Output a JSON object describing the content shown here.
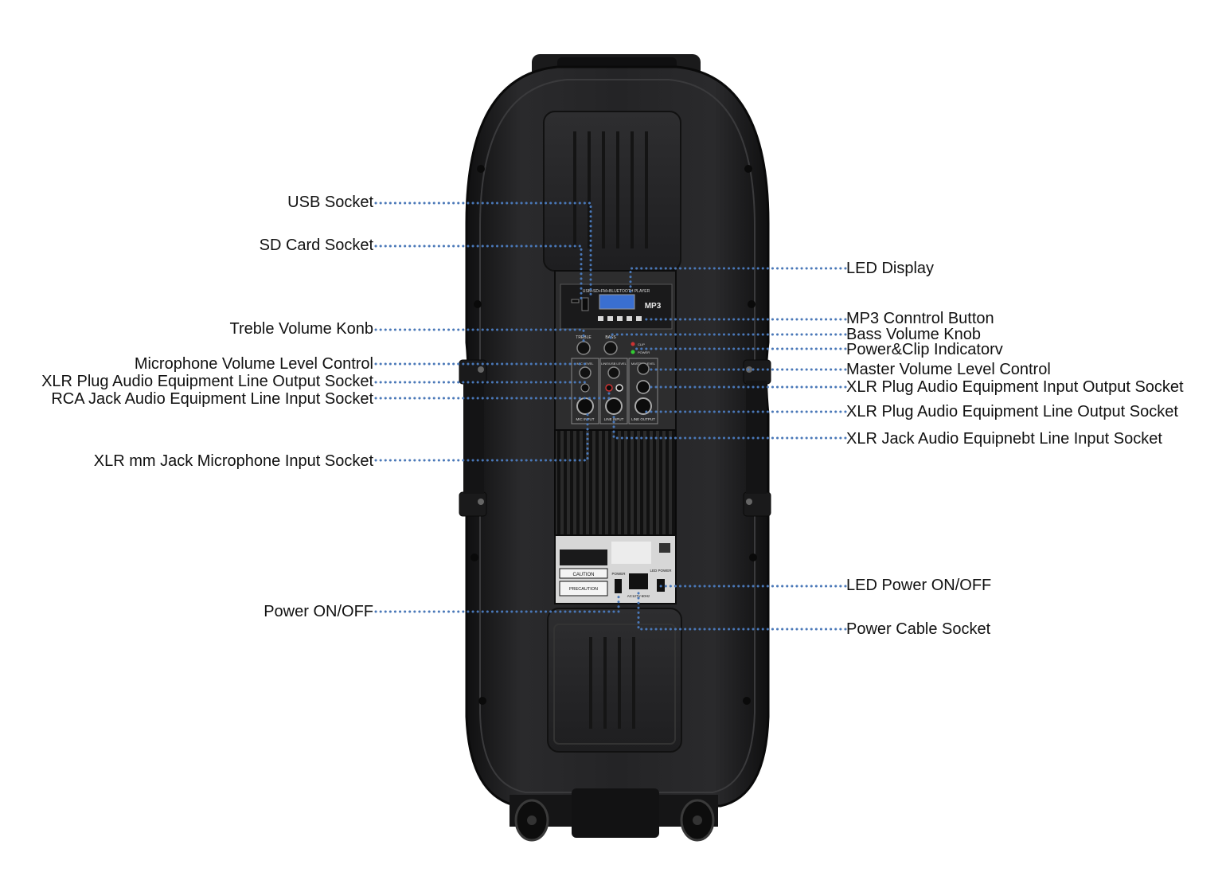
{
  "panel": {
    "top_text": "USB+SD+FM+BLUETOOTH PLAYER",
    "mp3_text": "MP3",
    "treble_text": "TREBLE",
    "bass_text": "BASS",
    "mic_level_text": "MIC LEVEL",
    "line_level_text": "LINE/USB LEVEL",
    "master_level_text": "MASTER LEVEL",
    "mic_input_text": "MIC INPUT",
    "line_input_text": "LINE INPUT",
    "line_output_text": "LINE OUTPUT",
    "clip_text": "CLIP",
    "power_small_text": "POWER",
    "caution_text": "CAUTION",
    "precaution_text": "PRECAUTION",
    "power_label_text": "POWER",
    "led_power_text": "LED POWER",
    "voltage_text": "AC127V-60Hz"
  },
  "labels_left": [
    "USB Socket",
    "SD Card Socket",
    "Treble Volume Konb",
    "Microphone Volume Level Control",
    "XLR Plug Audio Equipment Line Output Socket",
    "RCA Jack Audio Equipment Line Input Socket",
    "XLR mm Jack Microphone Input Socket",
    "Power ON/OFF"
  ],
  "labels_right": [
    "LED Display",
    "MP3 Conntrol Button",
    "Bass Volume Knob",
    "Power&Clip Indicatorv",
    "Master Volume Level Control",
    "XLR Plug Audio Equipment Input Output Socket",
    "XLR Plug Audio Equipment Line Output Socket",
    "XLR Jack Audio Equipnebt Line Input Socket",
    "LED Power ON/OFF",
    "Power Cable Socket"
  ],
  "colors": {
    "cabinet": "#1f1f20",
    "cabinet_edge": "#0b0b0c",
    "panel": "#2b2b2c",
    "leader_dots": "#4a78b8",
    "display": "#3a6fd0"
  }
}
